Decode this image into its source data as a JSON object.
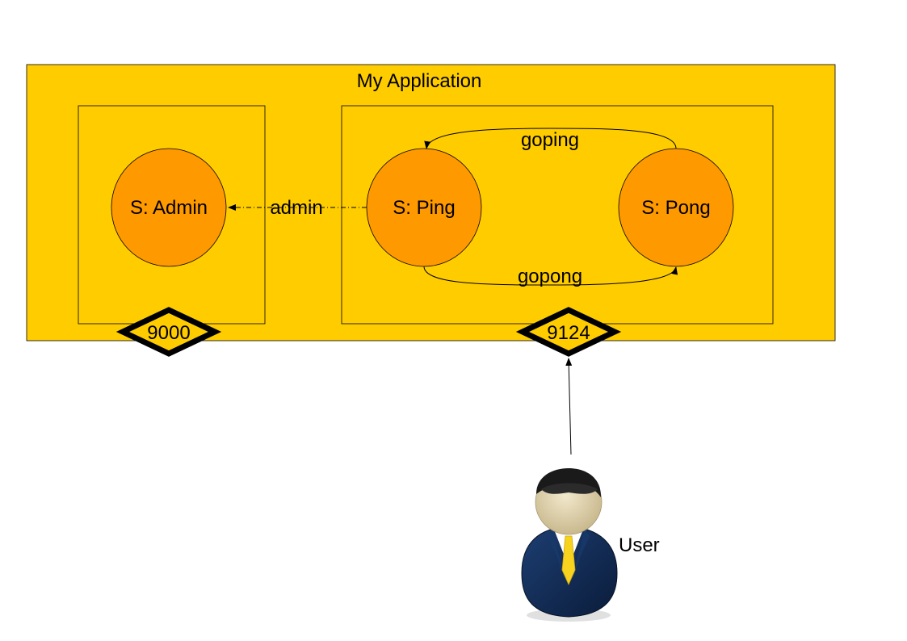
{
  "diagram": {
    "app_title": "My Application",
    "services": {
      "admin": "S: Admin",
      "ping": "S: Ping",
      "pong": "S: Pong"
    },
    "edges": {
      "admin": "admin",
      "goping": "goping",
      "gopong": "gopong"
    },
    "ports": {
      "admin_port": "9000",
      "main_port": "9124"
    },
    "actor": {
      "label": "User"
    }
  },
  "colors": {
    "app_fill": "#FFCC00",
    "service_fill": "#FF9900",
    "suit": "#0F2A52",
    "tie": "#F7D21F",
    "skin": "#E3D5B0",
    "hair": "#1A1A1A"
  },
  "icons": {
    "actor": "user-icon"
  }
}
